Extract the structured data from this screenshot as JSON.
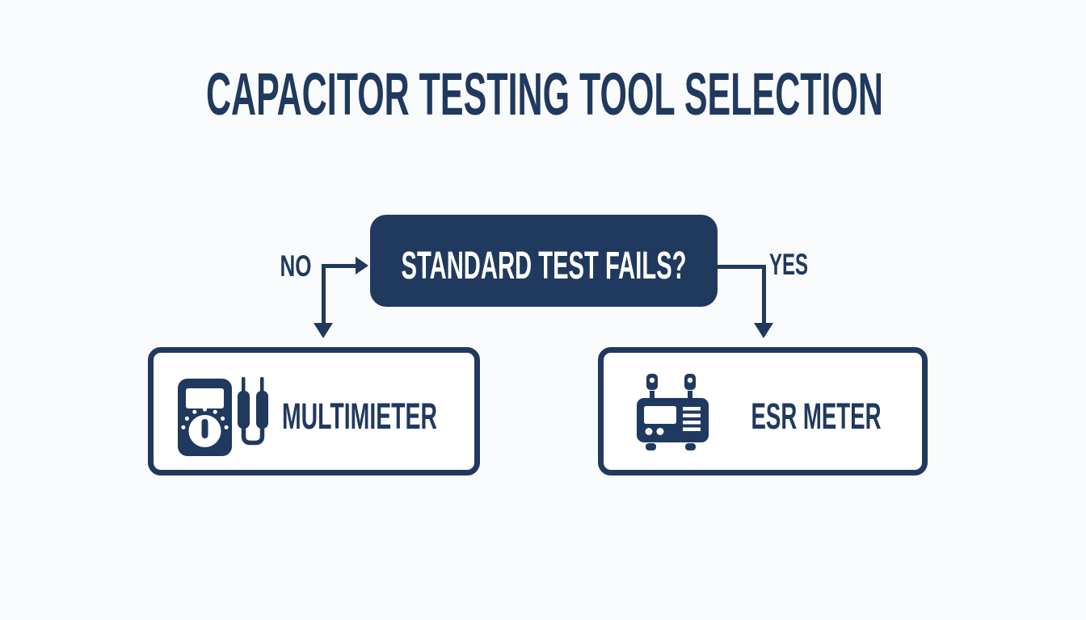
{
  "title": "CAPACITOR TESTING TOOL SELECTION",
  "colors": {
    "navy": "#20395e",
    "white": "#ffffff",
    "background": "#fafbfc"
  },
  "flowchart": {
    "decision": {
      "label": "STANDARD TEST FAILS?"
    },
    "no_branch": {
      "label": "NO",
      "tool": "MULTIMIETER",
      "icon": "multimeter-icon"
    },
    "yes_branch": {
      "label": "YES",
      "tool": "ESR METER",
      "icon": "esr-meter-icon"
    }
  }
}
